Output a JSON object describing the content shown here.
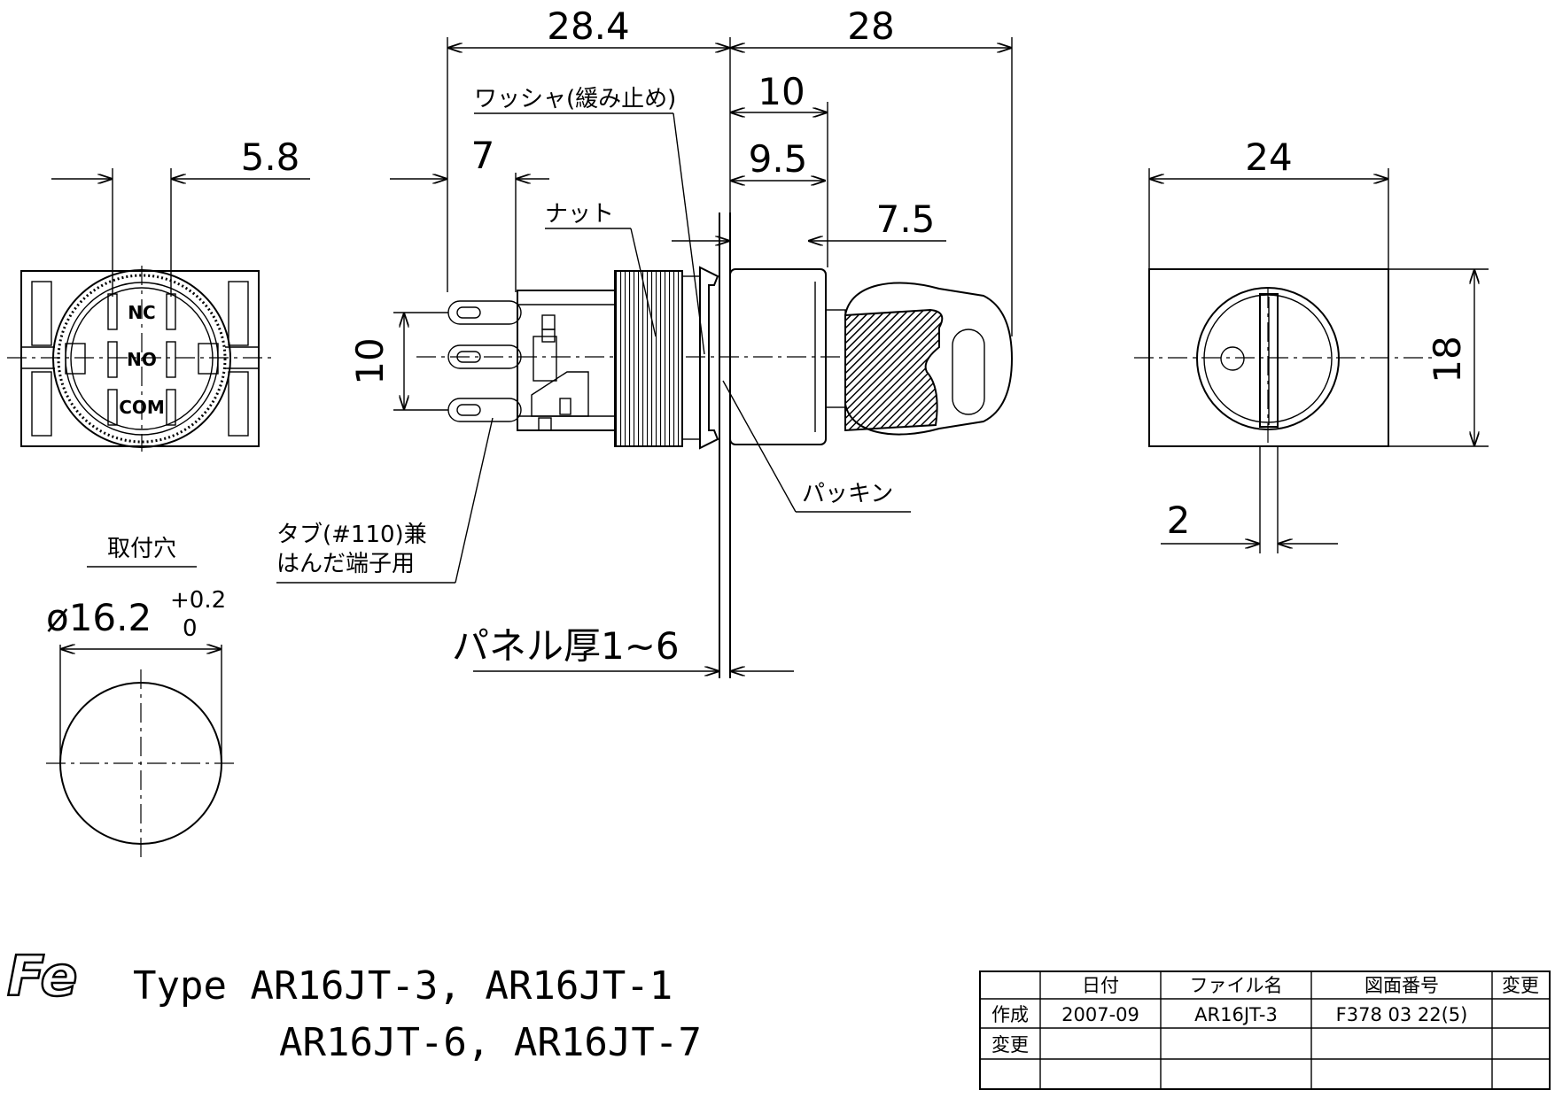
{
  "dimensions": {
    "overall_body": "28.4",
    "key_length": "28",
    "washer_to_face": "10",
    "bezel_depth": "9.5",
    "key_offset": "7.5",
    "tab_length": "7",
    "pin_offset": "5.8",
    "tab_pitch": "10",
    "front_width": "24",
    "front_height": "18",
    "slot_width": "2"
  },
  "labels": {
    "washer": "ワッシャ(緩み止め)",
    "nut": "ナット",
    "packing": "パッキン",
    "tab_line1": "タブ(#110)兼",
    "tab_line2": "はんだ端子用",
    "panel": "パネル厚1~6",
    "hole_title": "取付穴",
    "hole_dia": "ø16.2",
    "hole_tol_plus": "+0.2",
    "hole_tol_minus": "0"
  },
  "pins": {
    "nc": "NC",
    "no": "NO",
    "com": "COM"
  },
  "logo_text": "Fe",
  "type": {
    "line1": "Type AR16JT-3, AR16JT-1",
    "line2": "AR16JT-6, AR16JT-7"
  },
  "title_block": {
    "headers": [
      "",
      "日付",
      "ファイル名",
      "図面番号",
      "変更"
    ],
    "rows": [
      [
        "作成",
        "2007-09",
        "AR16JT-3",
        "F378 03 22(5)",
        ""
      ],
      [
        "変更",
        "",
        "",
        "",
        ""
      ],
      [
        "",
        "",
        "",
        "",
        ""
      ]
    ]
  }
}
